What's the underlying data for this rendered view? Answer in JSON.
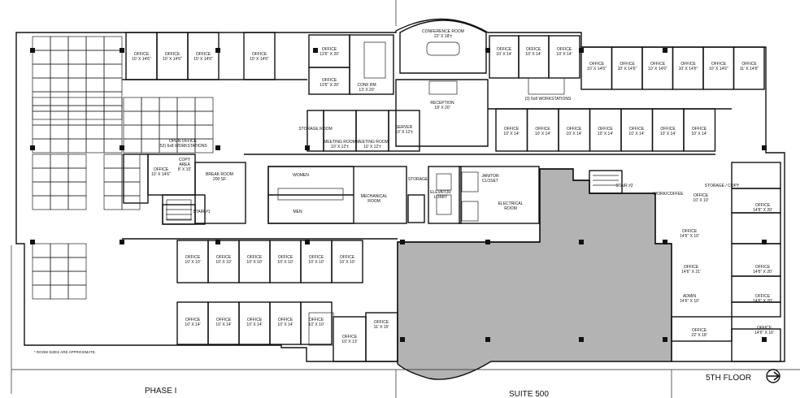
{
  "colors": {
    "suite_fill": "#b3b3b3",
    "line": "#111111",
    "background": "#ffffff"
  },
  "footer": {
    "phase_label": "PHASE I",
    "suite_label": "SUITE 500",
    "floor_label": "5TH FLOOR",
    "north_icon": "north-arrow-icon"
  },
  "note": "* ROOM SIZES ARE APPROXIMATE.",
  "rooms": {
    "conference": [
      "CONFERENCE ROOM",
      "22' X 18'±"
    ],
    "reception": [
      "RECEPTION",
      "18' X 20'"
    ],
    "conf_rm": [
      "CONF RM",
      "13' X 20'"
    ],
    "server": [
      "SERVER",
      "10' X 12'±"
    ],
    "storage_room": "STORAGE ROOM",
    "meeting_1": [
      "MEETING ROOM",
      "10' X 12'±"
    ],
    "meeting_2": [
      "MEETING ROOM",
      "10' X 12'±"
    ],
    "open_office": [
      "OPEN OFFICE",
      "(52) 6x8 WORKSTATIONS"
    ],
    "copy_area": [
      "COPY",
      "AREA",
      "8' X 10'"
    ],
    "break_room": [
      "BREAK ROOM",
      "200 SF"
    ],
    "stair_1": "STAIR #1",
    "stair_2": "STAIR #2",
    "women": "WOMEN",
    "men": "MEN",
    "mechanical": [
      "MECHANICAL",
      "ROOM"
    ],
    "storage": "STORAGE",
    "elevator_lobby": [
      "ELEVATOR",
      "LOBBY"
    ],
    "janitor": [
      "JANITOR",
      "CLOSET"
    ],
    "electrical": [
      "ELECTRICAL",
      "ROOM"
    ],
    "admin": [
      "ADMIN",
      "14'6\" X 10'"
    ],
    "work_coffee": "WORK/COFFEE",
    "storage_copy": "STORAGE / COPY",
    "workstations": "(3) 6x8 WORKSTATIONS",
    "office_word": "OFFICE"
  },
  "office_sizes": {
    "top_left": [
      "10' X 14'6\"",
      "10' X 14'6\"",
      "10' X 14'6\"",
      "10' X 14'6\""
    ],
    "top_center": [
      "13'6\" X 20'",
      "13'6\" X 20'"
    ],
    "top_right_pair": [
      "10' X 14'",
      "10' X 14'",
      "10' X 14'"
    ],
    "far_right_row": [
      "10' X 14'6\"",
      "10' X 14'6\"",
      "10' X 14'6\"",
      "10' X 14'6\"",
      "10' X 14'6\"",
      "11' X 14'6\""
    ],
    "mid_right_row": [
      "10' X 14'",
      "10' X 14'",
      "10' X 14'",
      "10' X 14'",
      "10' X 14'",
      "10' X 14'",
      "10' X 14'"
    ],
    "left_side": "10' X 14'6\"",
    "center_row": [
      "10' X 10'",
      "10' X 10'",
      "10' X 10'",
      "10' X 10'",
      "10' X 10'",
      "10' X 10'"
    ],
    "bottom_left_row": [
      "10' X 14'",
      "10' X 14'",
      "10' X 14'",
      "10' X 14'",
      "10' X 10'"
    ],
    "bottom_center": [
      "10' X 13'",
      "11' X 15'"
    ],
    "right_column": [
      "10' X 10'",
      "14'6\" X 10'",
      "14'6\" X 20'",
      "14'6\" X 21'",
      "14'6\" X 20'",
      "14'6\" X 20'",
      "22' X 18'",
      "14'6\" X 16'"
    ]
  }
}
